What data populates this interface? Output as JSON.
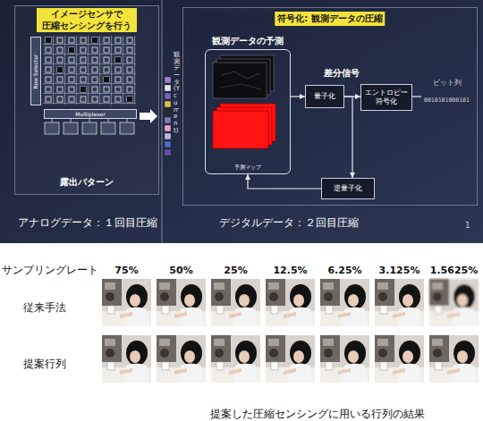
{
  "diagram": {
    "caption": "提案した圧縮センシングに用いる行列の結果",
    "nodes": [
      {
        "text": [
          "イメージセンサで 圧縮センシングを行う",
          "露出パターン"
        ]
      },
      {
        "text": [
          "Row Selector"
        ],
        "in": 0
      },
      {
        "text": [
          "Multiplexer"
        ],
        "in": 0
      },
      {
        "text": [
          "符号化: 観測データの圧縮"
        ]
      },
      {
        "text": [
          "観測データの予測",
          "予測マップ"
        ],
        "in": 3
      },
      {
        "text": [
          "量子化"
        ],
        "in": 3
      },
      {
        "text": [
          "エントロピー 符号化"
        ],
        "in": 3
      },
      {
        "text": [
          "逆量子化"
        ],
        "in": 3
      }
    ],
    "edges": [
      {
        "from": 4,
        "to": 5,
        "arrow": "to"
      },
      {
        "from": 5,
        "to": 6,
        "arrow": "to"
      },
      {
        "from": 5,
        "to": 7,
        "arrow": "to"
      },
      {
        "from": 7,
        "to": 4,
        "arrow": "to"
      }
    ],
    "labels": [
      "観測データ (Ycurrent)",
      "アナログデータ：１回目圧縮",
      "差分信号",
      "ビット列",
      "0010101000101",
      "デジタルデータ：２回目圧縮",
      "1",
      "サンプリングレート",
      "75%",
      "50%",
      "25%",
      "12.5%",
      "6.25%",
      "3.125%",
      "1.5625%",
      "従来手法",
      "提案行列"
    ]
  }
}
